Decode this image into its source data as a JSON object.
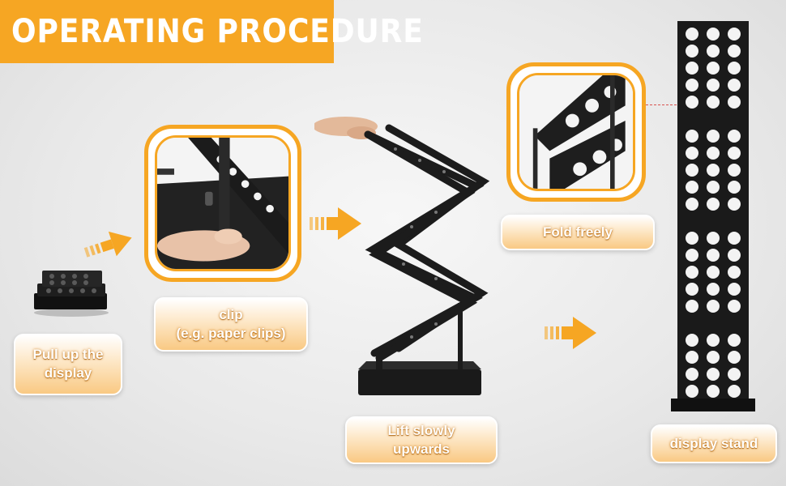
{
  "header": {
    "title": "OPERATING PROCEDURE"
  },
  "steps": {
    "step1": {
      "label_line1": "Pull up the",
      "label_line2": "display"
    },
    "step2": {
      "label_line1": "clip",
      "label_line2": "(e.g. paper clips)"
    },
    "step3": {
      "label_line1": "Lift slowly",
      "label_line2": "upwards"
    },
    "step4": {
      "label": "Fold freely"
    },
    "step5": {
      "label": "display stand"
    }
  },
  "colors": {
    "accent": "#f6a623",
    "metal": "#1c1c1c",
    "label_text": "#ffffff"
  },
  "icons": [
    "arrow-right-icon",
    "arrow-right-icon",
    "arrow-right-icon"
  ]
}
